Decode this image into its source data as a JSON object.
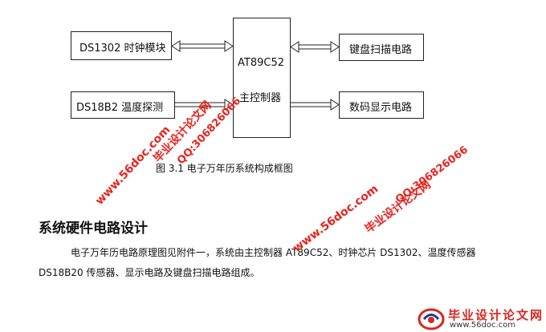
{
  "diagram": {
    "boxes": {
      "ds1302": "DS1302 时钟模块",
      "ds18b2": "DS18B2 温度探测",
      "mcu_model": "AT89C52",
      "mcu_name": "主控制器",
      "keyboard": "键盘扫描电路",
      "display": "数码显示电路"
    },
    "caption": "图 3.1   电子万年历系统构成框图"
  },
  "section": {
    "heading": "系统硬件电路设计",
    "paragraph_line1": "电子万年历电路原理图见附件一，系统由主控制器 AT89C52、时钟芯片 DS1302、温度传感器",
    "paragraph_line2": "DS18B20 传感器、显示电路及键盘扫描电路组成。"
  },
  "watermarks": {
    "site_cn": "毕业设计论文网",
    "url": "www.56doc.com",
    "qq": "QQ:306826066"
  },
  "logo": {
    "title": "毕业设计论文网",
    "url": "www.56doc.com"
  },
  "colors": {
    "watermark": "#e8231d",
    "border": "#222222"
  }
}
